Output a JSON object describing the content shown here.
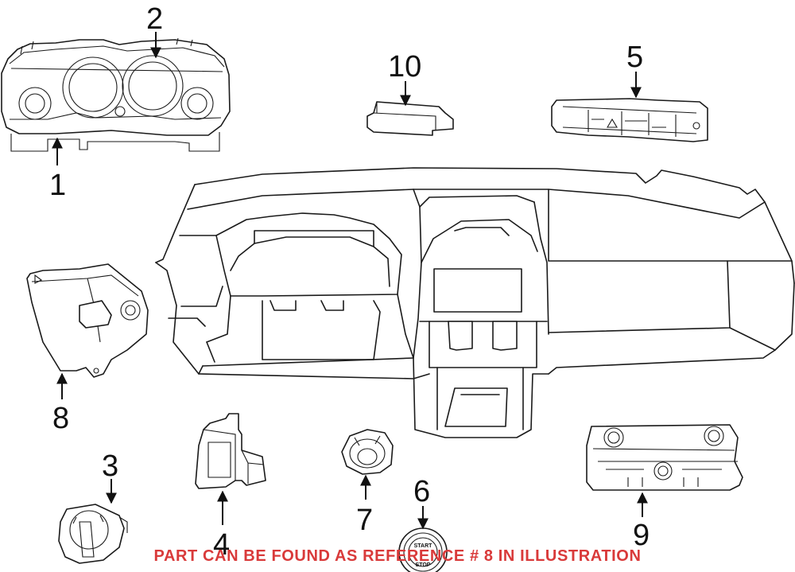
{
  "callouts": [
    {
      "id": "1",
      "label": "1"
    },
    {
      "id": "2",
      "label": "2"
    },
    {
      "id": "3",
      "label": "3"
    },
    {
      "id": "4",
      "label": "4"
    },
    {
      "id": "5",
      "label": "5"
    },
    {
      "id": "6",
      "label": "6"
    },
    {
      "id": "7",
      "label": "7"
    },
    {
      "id": "8",
      "label": "8"
    },
    {
      "id": "9",
      "label": "9"
    },
    {
      "id": "10",
      "label": "10"
    }
  ],
  "button_text": {
    "start": "START",
    "stop": "STOP"
  },
  "notice": "PART CAN BE FOUND AS REFERENCE # 8 IN ILLUSTRATION",
  "colors": {
    "notice": "#d93a3a",
    "line": "#1a1a1a"
  }
}
